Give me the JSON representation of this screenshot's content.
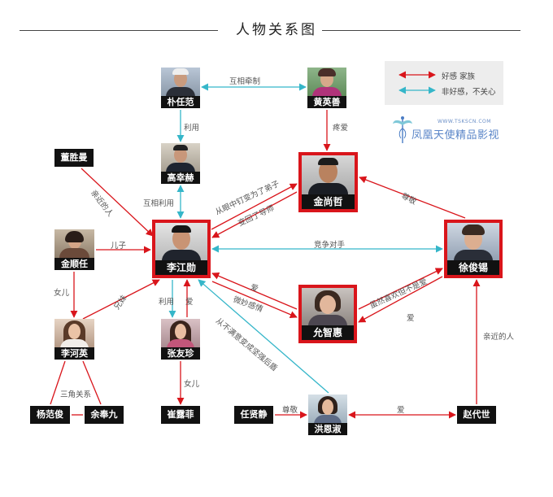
{
  "title": "人物关系图",
  "legend": {
    "red_label": "好感 家族",
    "blue_label": "非好感，不关心",
    "red_color": "#d9151b",
    "blue_color": "#35b6c9"
  },
  "logo": {
    "url": "WWW.TSKSCN.COM",
    "text": "凤凰天使精品影视",
    "icon": "phoenix-logo-icon"
  },
  "characters": [
    {
      "id": "park",
      "name": "朴任范"
    },
    {
      "id": "huang",
      "name": "黄英善"
    },
    {
      "id": "gao",
      "name": "高幸赫"
    },
    {
      "id": "jinsz",
      "name": "金尚哲"
    },
    {
      "id": "dong",
      "name": "董胜曼"
    },
    {
      "id": "jinsr",
      "name": "金顺任"
    },
    {
      "id": "li",
      "name": "李江勋"
    },
    {
      "id": "xu",
      "name": "徐俊锡"
    },
    {
      "id": "yun",
      "name": "允智惠"
    },
    {
      "id": "lihy",
      "name": "李河英"
    },
    {
      "id": "zhang",
      "name": "张友珍"
    },
    {
      "id": "yang",
      "name": "杨范俊"
    },
    {
      "id": "yu",
      "name": "余奉九"
    },
    {
      "id": "cui",
      "name": "崔露菲"
    },
    {
      "id": "ren",
      "name": "任贤静"
    },
    {
      "id": "hong",
      "name": "洪恩淑"
    },
    {
      "id": "zhao",
      "name": "赵代世"
    }
  ],
  "relations": [
    {
      "from": "朴任范",
      "to": "黄英善",
      "label": "互相牵制",
      "type": "blue"
    },
    {
      "from": "朴任范",
      "to": "高幸赫",
      "label": "利用",
      "type": "blue"
    },
    {
      "from": "黄英善",
      "to": "金尚哲",
      "label": "疼爱",
      "type": "red"
    },
    {
      "from": "董胜曼",
      "to": "李江勋",
      "label": "亲近的人",
      "type": "red"
    },
    {
      "from": "高幸赫",
      "to": "李江勋",
      "label": "互相利用",
      "type": "blue"
    },
    {
      "from": "李江勋",
      "to": "金尚哲",
      "label": "从眼中钉变为了弟子",
      "type": "red"
    },
    {
      "from": "金尚哲",
      "to": "李江勋",
      "label": "变回了导师",
      "type": "red"
    },
    {
      "from": "徐俊锡",
      "to": "金尚哲",
      "label": "尊敬",
      "type": "red"
    },
    {
      "from": "金顺任",
      "to": "李江勋",
      "label": "儿子",
      "type": "red"
    },
    {
      "from": "李江勋",
      "to": "徐俊锡",
      "label": "竞争对手",
      "type": "blue"
    },
    {
      "from": "金顺任",
      "to": "李河英",
      "label": "女儿",
      "type": "red"
    },
    {
      "from": "李河英",
      "to": "李江勋",
      "label": "兄妹",
      "type": "red"
    },
    {
      "from": "允智惠",
      "to": "李江勋",
      "label": "爱",
      "type": "red"
    },
    {
      "from": "李江勋",
      "to": "允智惠",
      "label": "微妙感情",
      "type": "red"
    },
    {
      "from": "允智惠",
      "to": "徐俊锡",
      "label": "虽然喜欢但不是爱",
      "type": "red"
    },
    {
      "from": "徐俊锡",
      "to": "允智惠",
      "label": "爱",
      "type": "red"
    },
    {
      "from": "李江勋",
      "to": "张友珍",
      "label": "利用",
      "type": "blue"
    },
    {
      "from": "张友珍",
      "to": "李江勋",
      "label": "爱",
      "type": "red"
    },
    {
      "from": "洪恩淑",
      "to": "李江勋",
      "label": "从不满意变成坚强后盾",
      "type": "blue"
    },
    {
      "from": "张友珍",
      "to": "崔露菲",
      "label": "女儿",
      "type": "red"
    },
    {
      "from": "李河英",
      "to": "杨范俊",
      "label": "三角关系",
      "type": "red"
    },
    {
      "from": "任贤静",
      "to": "洪恩淑",
      "label": "尊敬",
      "type": "red"
    },
    {
      "from": "洪恩淑",
      "to": "赵代世",
      "label": "爱",
      "type": "red"
    },
    {
      "from": "赵代世",
      "to": "徐俊锡",
      "label": "亲近的人",
      "type": "red"
    }
  ]
}
